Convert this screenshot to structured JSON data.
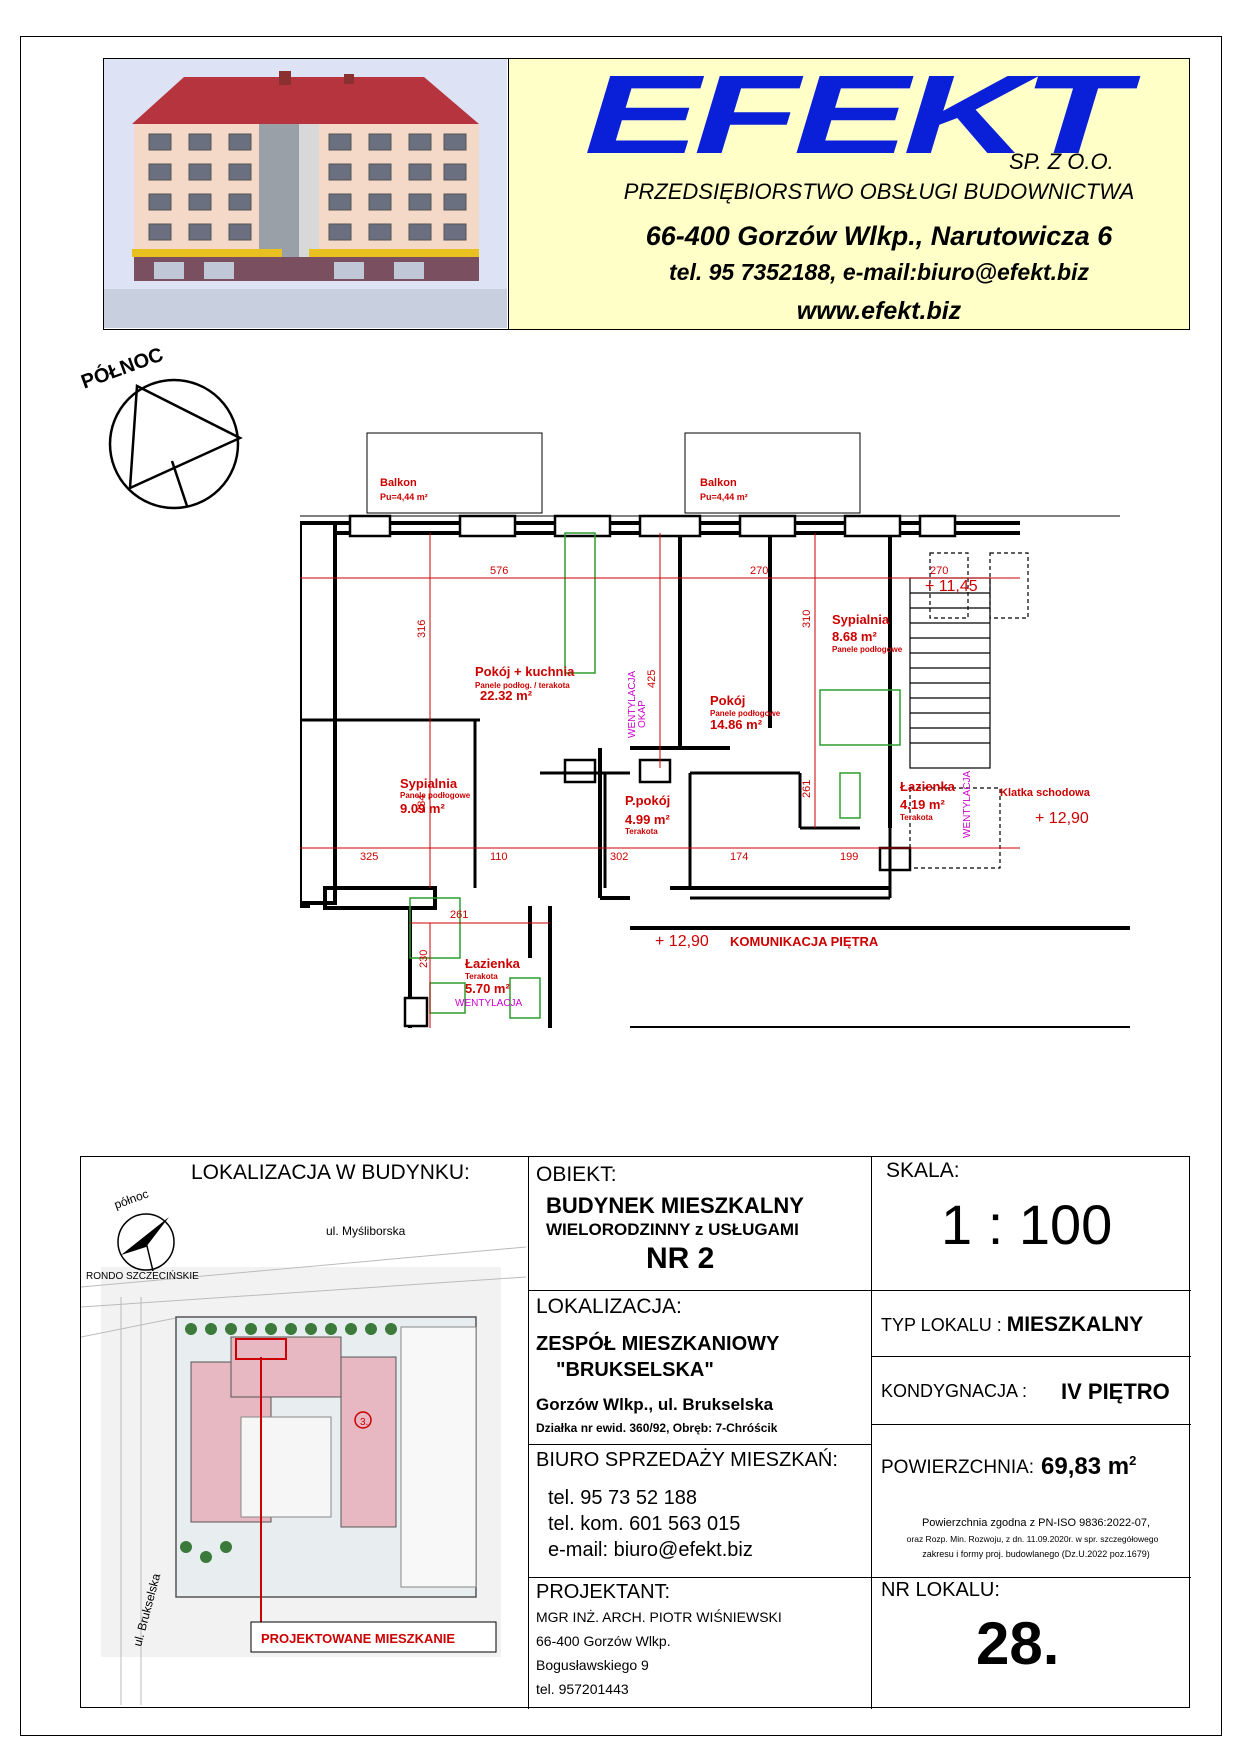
{
  "header": {
    "logo": "EFEKT",
    "logo_suffix": "SP. Z O.O.",
    "tagline": "PRZEDSIĘBIORSTWO OBSŁUGI BUDOWNICTWA",
    "address": "66-400 Gorzów Wlkp., Narutowicza 6",
    "contact": "tel. 95 7352188, e-mail:biuro@efekt.biz",
    "website": "www.efekt.biz"
  },
  "north_label": "PÓŁNOC",
  "plan": {
    "rooms": [
      {
        "name": "Balkon",
        "area": "Pu=4,44 m²"
      },
      {
        "name": "Balkon",
        "area": "Pu=4,44 m²"
      },
      {
        "name": "Pokój + kuchnia",
        "finish": "Panele podłog. / terakota",
        "area": "22.32 m²"
      },
      {
        "name": "Pokój",
        "finish": "Panele podłogowe",
        "area": "14.86 m²"
      },
      {
        "name": "Sypialnia",
        "finish": "Panele podłogowe",
        "area": "8.68 m²"
      },
      {
        "name": "Sypialnia",
        "finish": "Panele podłogowe",
        "area": "9.09 m²"
      },
      {
        "name": "P.pokój",
        "area": "4.99 m²",
        "finish": "Terakota"
      },
      {
        "name": "Łazienka",
        "area": "4.19 m²",
        "finish": "Terakota"
      },
      {
        "name": "Łazienka",
        "finish": "Terakota",
        "area": "5.70 m²"
      }
    ],
    "dimensions": [
      "576",
      "270",
      "270",
      "316",
      "425",
      "310",
      "284",
      "325",
      "110",
      "302",
      "174",
      "199",
      "261",
      "261",
      "230"
    ],
    "labels": {
      "ventilation": "WENTYLACJA",
      "hood": "OKAP",
      "stair": "Klatka schodowa",
      "corridor": "KOMUNIKACJA PIĘTRA",
      "level1": "+ 11,45",
      "level2": "+ 12,90",
      "level3": "+ 12,90"
    }
  },
  "info": {
    "location_title": "LOKALIZACJA W BUDYNKU:",
    "site_north": "północ",
    "site_street1": "ul. Myśliborska",
    "site_street2": "RONDO SZCZECIŃSKIE",
    "site_street3": "ul. Brukselska",
    "designed": "PROJEKTOWANE MIESZKANIE",
    "object_label": "OBIEKT:",
    "object_line1": "BUDYNEK   MIESZKALNY",
    "object_line2": "WIELORODZINNY  z USŁUGAMI",
    "object_line3": "NR 2",
    "loc_label": "LOKALIZACJA:",
    "loc_line1": "ZESPÓŁ MIESZKANIOWY",
    "loc_line2": "\"BRUKSELSKA\"",
    "loc_line3": "Gorzów Wlkp., ul. Brukselska",
    "loc_line4": "Działka nr ewid. 360/92, Obręb: 7-Chróścik",
    "sales_label": "BIURO SPRZEDAŻY MIESZKAŃ:",
    "sales_tel": "tel. 95 73 52 188",
    "sales_mobile": "tel. kom. 601 563 015",
    "sales_email": "e-mail: biuro@efekt.biz",
    "designer_label": "PROJEKTANT:",
    "designer_line1": "MGR INŻ. ARCH. PIOTR WIŚNIEWSKI",
    "designer_line2": "66-400 Gorzów Wlkp.",
    "designer_line3": "Bogusławskiego 9",
    "designer_line4": "tel. 957201443",
    "scale_label": "SKALA:",
    "scale_value": "1 : 100",
    "type_label": "TYP LOKALU : ",
    "type_value": "MIESZKALNY",
    "floor_label": "KONDYGNACJA : ",
    "floor_value": "IV PIĘTRO",
    "area_label": "POWIERZCHNIA: ",
    "area_value": "69,83 m",
    "area_sup": "2",
    "area_note1": "Powierzchnia zgodna z PN-ISO 9836:2022-07,",
    "area_note2": "oraz Rozp. Min. Rozwoju,  z dn. 11.09.2020r. w spr. szczegółowego",
    "area_note3": "zakresu i formy proj. budowlanego (Dz.U.2022 poz.1679)",
    "unit_label": "NR LOKALU:",
    "unit_value": "28."
  },
  "colors": {
    "logo": "#0a1fd8",
    "header_bg": "#ffffc8",
    "dimension": "#cc0000",
    "label_red": "#cc0000",
    "vent": "#cc00cc",
    "fixture": "#2e9d2e"
  }
}
